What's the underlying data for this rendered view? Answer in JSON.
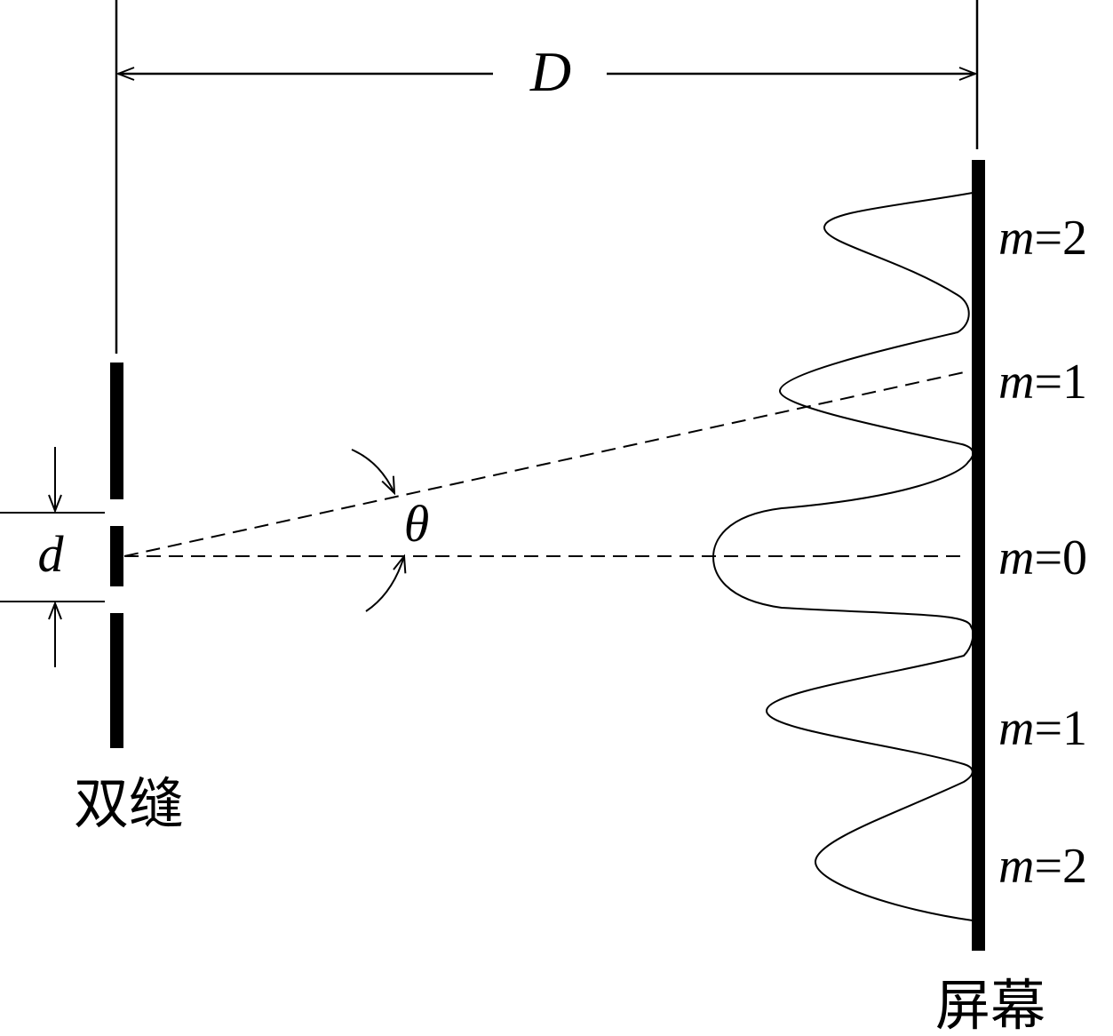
{
  "labels": {
    "distance": "D",
    "slit_spacing": "d",
    "angle": "θ",
    "slit_caption": "双缝",
    "screen_caption": "屏幕"
  },
  "orders": [
    {
      "symbol": "m",
      "value": "=2"
    },
    {
      "symbol": "m",
      "value": "=1"
    },
    {
      "symbol": "m",
      "value": "=0"
    },
    {
      "symbol": "m",
      "value": "=1"
    },
    {
      "symbol": "m",
      "value": "=2"
    }
  ]
}
